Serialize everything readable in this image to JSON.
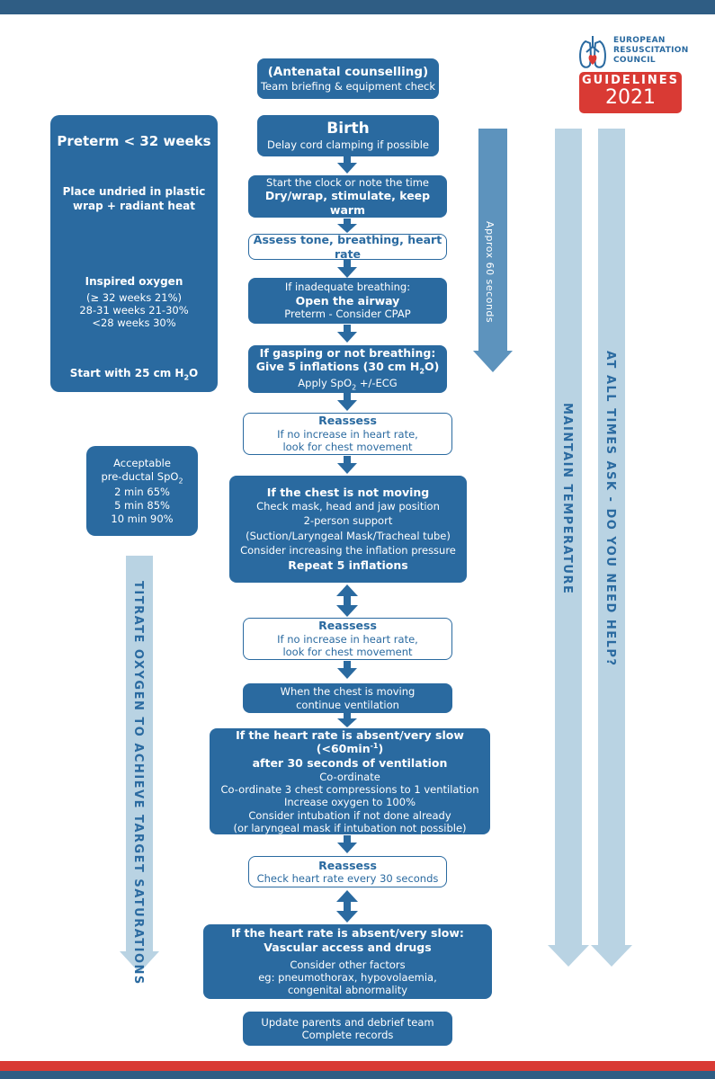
{
  "logo": {
    "org_lines": [
      "EUROPEAN",
      "RESUSCITATION",
      "COUNCIL"
    ],
    "badge_top": "GUIDELINES",
    "badge_year": "2021"
  },
  "flow": {
    "antenatal": {
      "title": "(Antenatal counselling)",
      "sub": "Team briefing & equipment check"
    },
    "birth": {
      "title": "Birth",
      "sub": "Delay cord clamping if possible"
    },
    "start_clock": {
      "line1": "Start the clock or note the time",
      "line2": "Dry/wrap, stimulate, keep warm"
    },
    "assess": {
      "text": "Assess tone, breathing, heart rate"
    },
    "airway": {
      "line1": "If inadequate breathing:",
      "line2": "Open the airway",
      "line3": "Preterm - Consider  CPAP"
    },
    "inflations": {
      "line1": "If gasping or not breathing:",
      "line2_pre": "Give 5 inflations (30 cm H",
      "line2_sub": "2",
      "line2_post": "O)",
      "line3_pre": "Apply SpO",
      "line3_sub": "2",
      "line3_post": " +/-ECG"
    },
    "reassess1": {
      "title": "Reassess",
      "line1": "If no increase in heart rate,",
      "line2": "look for chest movement"
    },
    "chest_not_moving": {
      "title": "If the chest is not moving",
      "lines": [
        "Check mask, head and jaw position",
        "2-person support",
        "(Suction/Laryngeal Mask/Tracheal tube)",
        "Consider increasing the inflation pressure"
      ],
      "footer": "Repeat 5 inflations"
    },
    "reassess2": {
      "title": "Reassess",
      "line1": "If no increase in heart rate,",
      "line2": "look for chest movement"
    },
    "chest_moving": {
      "line1": "When the chest is moving",
      "line2": "continue ventilation"
    },
    "hr_slow": {
      "title_pre": "If the heart rate is absent/very slow  (<60min",
      "title_sup": "-1",
      "title_post": ")",
      "title2": "after 30 seconds of ventilation",
      "lines": [
        "Co-ordinate",
        "Co-ordinate 3 chest compressions to 1 ventilation",
        "Increase oxygen to 100%",
        "Consider intubation if not done already",
        "(or laryngeal mask if intubation not possible)"
      ]
    },
    "reassess3": {
      "title": "Reassess",
      "line1": "Check heart rate every 30 seconds"
    },
    "drugs": {
      "title1": "If the heart rate is absent/very slow:",
      "title2": "Vascular access and drugs",
      "lines": [
        "Consider other factors",
        "eg: pneumothorax, hypovolaemia,",
        "congenital abnormality"
      ]
    },
    "update": {
      "line1": "Update parents and debrief team",
      "line2": "Complete records"
    }
  },
  "preterm": {
    "title": "Preterm < 32 weeks",
    "wrap1": "Place undried in plastic",
    "wrap2": "wrap + radiant heat",
    "oxygen_title": "Inspired oxygen",
    "oxygen_lines": [
      "(≥ 32 weeks  21%)",
      "28-31 weeks  21-30%",
      "<28 weeks  30%"
    ],
    "start_pre": "Start with 25 cm H",
    "start_sub": "2",
    "start_post": "O"
  },
  "spo2": {
    "line1": "Acceptable",
    "line2_pre": "pre-ductal SpO",
    "line2_sub": "2",
    "rows": [
      "2 min  65%",
      "5 min  85%",
      "10 min  90%"
    ]
  },
  "labels": {
    "approx": "Approx 60 seconds",
    "titrate": "TITRATE OXYGEN TO ACHIEVE TARGET SATURATIONS",
    "maintain": "MAINTAIN  TEMPERATURE",
    "ask": "AT ALL TIMES ASK - DO YOU NEED HELP?"
  },
  "colors": {
    "primary": "#2a6aa0",
    "light_arrow": "#b9d3e3",
    "accent_red": "#d93a34",
    "dark_bar": "#2f5d84"
  }
}
